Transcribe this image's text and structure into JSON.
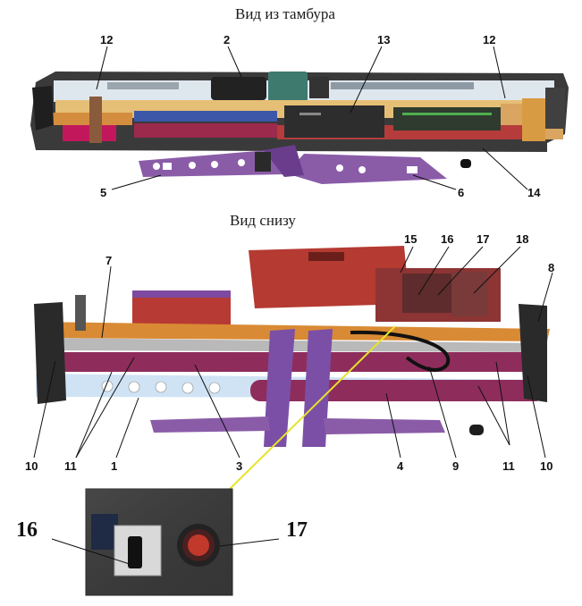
{
  "titles": {
    "top": "Вид из тамбура",
    "middle": "Вид снизу"
  },
  "callouts": {
    "top_left_12": "12",
    "top_2": "2",
    "top_13": "13",
    "top_right_12": "12",
    "top_5": "5",
    "top_6": "6",
    "top_14": "14",
    "mid_15": "15",
    "mid_16": "16",
    "mid_17": "17",
    "mid_18": "18",
    "mid_7": "7",
    "mid_8": "8",
    "bot_10_left": "10",
    "bot_11_left": "11",
    "bot_1": "1",
    "bot_3": "3",
    "bot_4": "4",
    "bot_9": "9",
    "bot_11_right": "11",
    "bot_10_right": "10",
    "inset_16": "16",
    "inset_17": "17"
  },
  "colors": {
    "frame_dark": "#2b2b2b",
    "gold": "#e9c27a",
    "red": "#c0392b",
    "magenta": "#8e2a5a",
    "purple": "#7b4fa6",
    "orange": "#d9852f",
    "blue": "#3d57a8",
    "light_blue": "#cfe3f5",
    "yellow_line": "#e8e32a"
  }
}
